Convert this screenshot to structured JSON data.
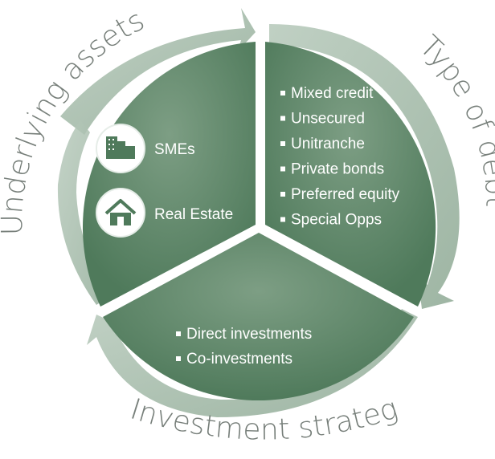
{
  "diagram": {
    "labels": {
      "underlying_assets": "Underlying assets",
      "type_of_debt": "Type of debt",
      "investment_strategies": "Investment strategies"
    },
    "underlying_assets": [
      {
        "label": "SMEs",
        "icon": "buildings-icon"
      },
      {
        "label": "Real Estate",
        "icon": "house-icon"
      }
    ],
    "type_of_debt": [
      "Mixed credit",
      "Unsecured",
      "Unitranche",
      "Private bonds",
      "Preferred equity",
      "Special Opps"
    ],
    "investment_strategies": [
      "Direct investments",
      "Co-investments"
    ],
    "colors": {
      "segment_fill": "#4f7a5b",
      "segment_highlight": "#86a58d",
      "arrow": "#a9bfae",
      "label": "#777f7a"
    }
  }
}
